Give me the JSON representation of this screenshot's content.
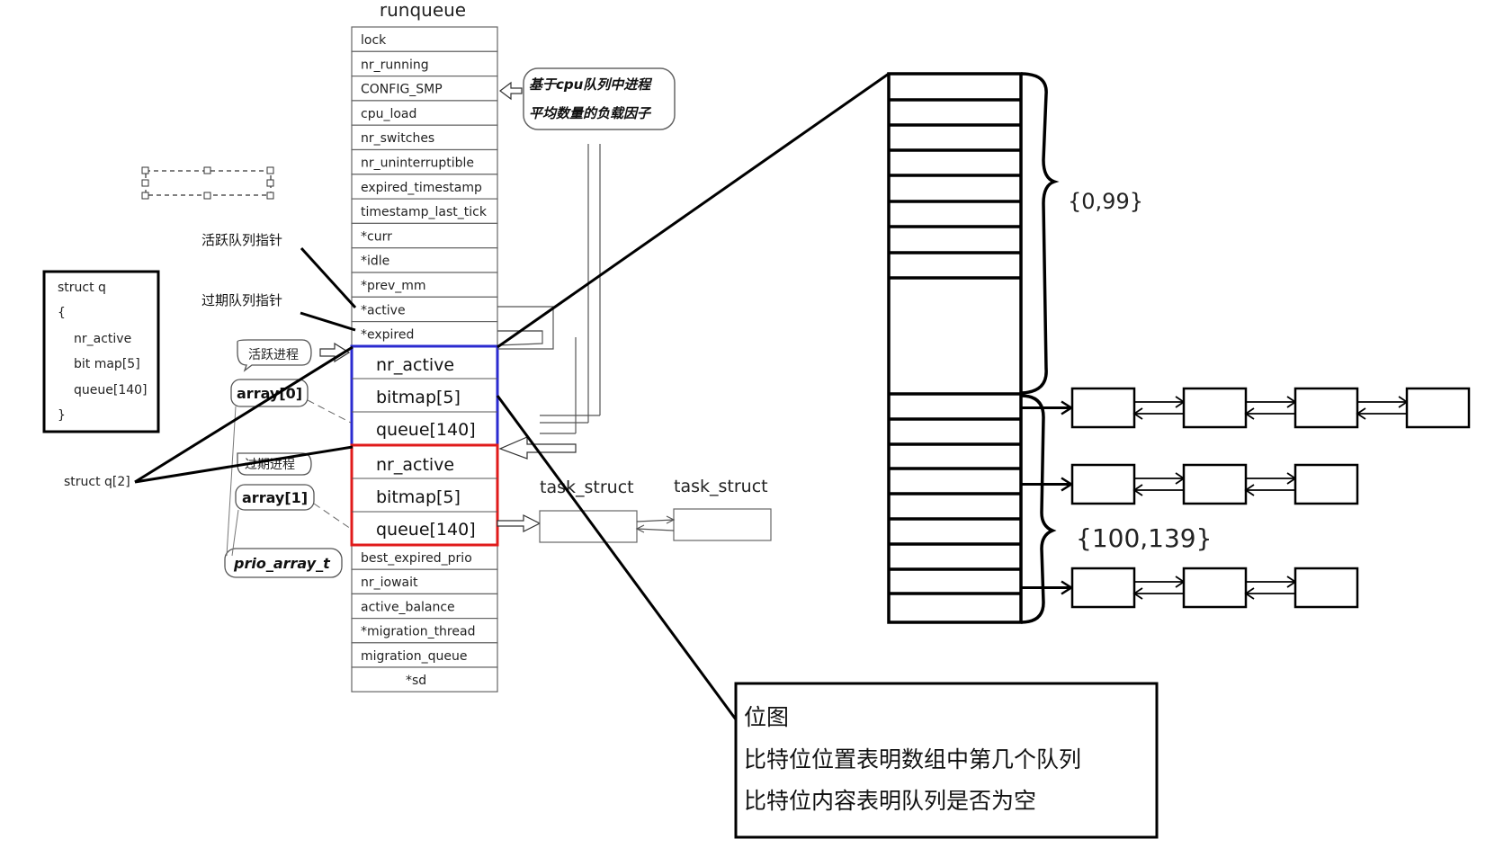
{
  "runqueue": {
    "title": "runqueue",
    "fields_top": [
      "lock",
      "nr_running",
      "CONFIG_SMP",
      "cpu_load",
      "nr_switches",
      "nr_uninterruptible",
      "expired_timestamp",
      "timestamp_last_tick",
      "*curr",
      "*idle",
      "*prev_mm",
      "*active",
      "*expired"
    ],
    "array0": [
      "nr_active",
      "bitmap[5]",
      "queue[140]"
    ],
    "array1": [
      "nr_active",
      "bitmap[5]",
      "queue[140]"
    ],
    "fields_bottom": [
      "best_expired_prio",
      "nr_iowait",
      "active_balance",
      "*migration_thread",
      "migration_queue",
      "*sd"
    ]
  },
  "cpu_load_note": {
    "line1": "基于cpu队列中进程",
    "line2": "平均数量的负载因子"
  },
  "struct_q": {
    "lines": [
      "struct q",
      "{",
      "nr_active",
      "bit map[5]",
      "queue[140]",
      "}"
    ]
  },
  "labels": {
    "active_ptr": "活跃队列指针",
    "expired_ptr": "过期队列指针",
    "active_proc": "活跃进程",
    "expired_proc": "过期进程",
    "array0": "array[0]",
    "array1": "array[1]",
    "prio_array": "prio_array_t",
    "struct_q2": "struct q[2]"
  },
  "task_struct": {
    "left": "task_struct",
    "right": "task_struct"
  },
  "ranges": {
    "low": "{0,99}",
    "high": "{100,139}"
  },
  "bitmap_note": {
    "title": "位图",
    "line1": "比特位位置表明数组中第几个队列",
    "line2": "比特位内容表明队列是否为空"
  },
  "colors": {
    "array0_border": "#2b2bd0",
    "array1_border": "#e01b1b",
    "line": "#000000"
  }
}
